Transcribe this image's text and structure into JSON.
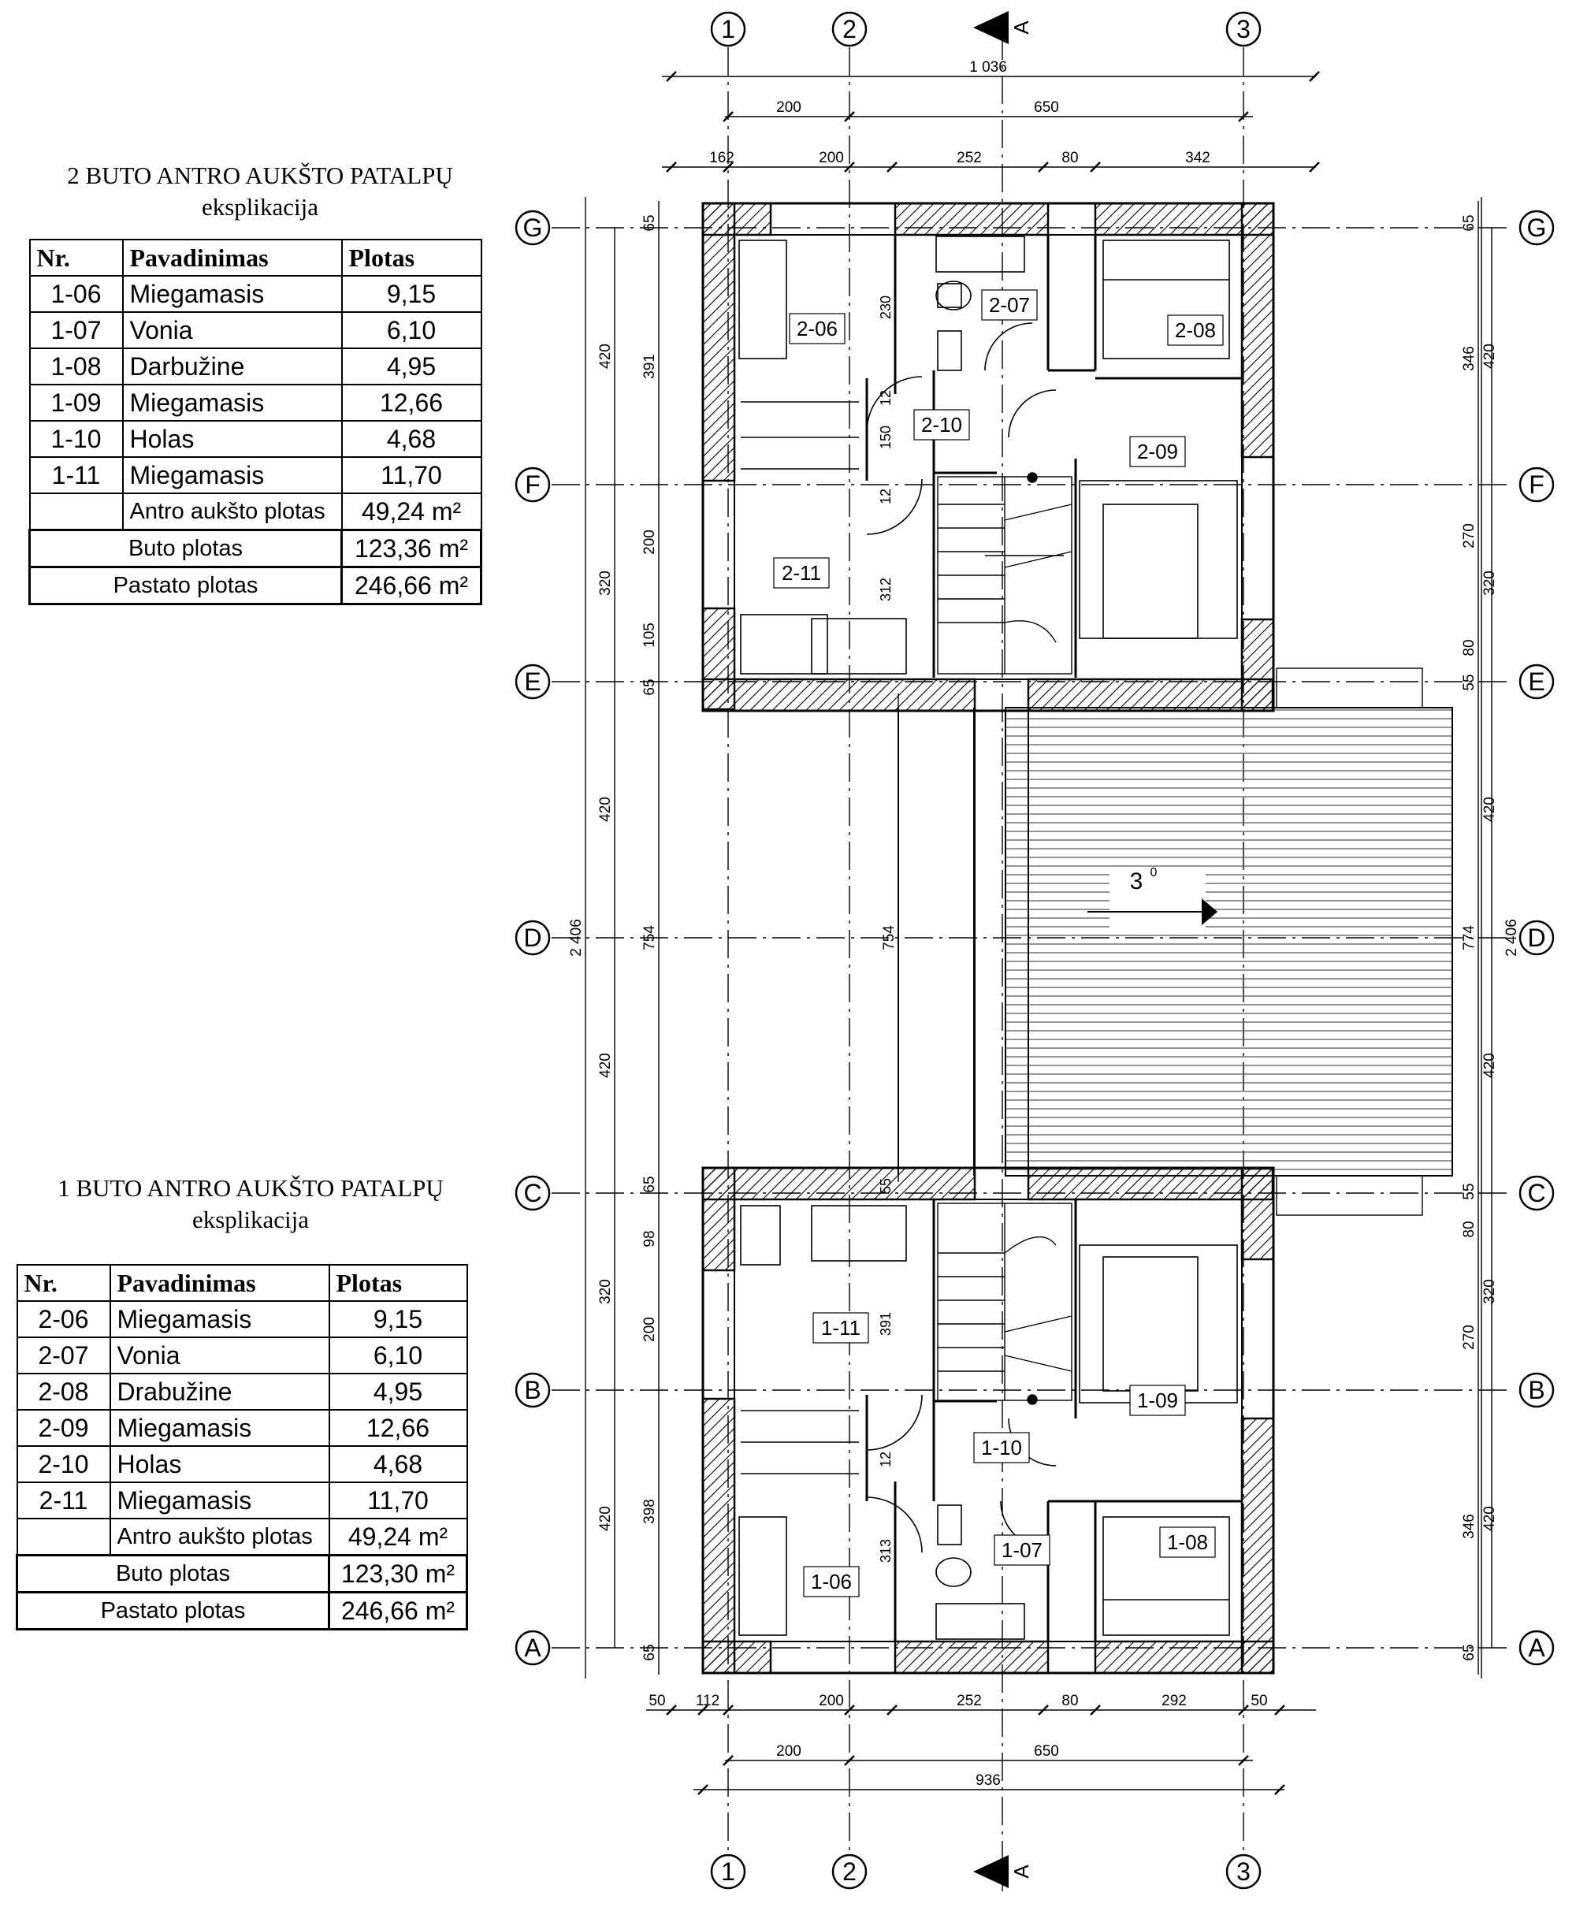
{
  "upper_panel": {
    "title": "2 BUTO ANTRO AUKŠTO  PATALPŲ",
    "subtitle": "eksplikacija",
    "headers": [
      "Nr.",
      "Pavadinimas",
      "Plotas"
    ],
    "rows": [
      {
        "nr": "1-06",
        "name": "Miegamasis",
        "area": "9,15"
      },
      {
        "nr": "1-07",
        "name": "Vonia",
        "area": "6,10"
      },
      {
        "nr": "1-08",
        "name": "Darbužine",
        "area": "4,95"
      },
      {
        "nr": "1-09",
        "name": "Miegamasis",
        "area": "12,66"
      },
      {
        "nr": "1-10",
        "name": "Holas",
        "area": "4,68"
      },
      {
        "nr": "1-11",
        "name": "Miegamasis",
        "area": "11,70"
      }
    ],
    "floor_area_label": "Antro aukšto plotas",
    "floor_area_value": "49,24 m²",
    "apartment_area_label": "Buto  plotas",
    "apartment_area_value": "123,36 m²",
    "building_area_label": "Pastato  plotas",
    "building_area_value": "246,66 m²"
  },
  "lower_panel": {
    "title": "1 BUTO ANTRO AUKŠTO PATALPŲ",
    "subtitle": "eksplikacija",
    "headers": [
      "Nr.",
      "Pavadinimas",
      "Plotas"
    ],
    "rows": [
      {
        "nr": "2-06",
        "name": "Miegamasis",
        "area": "9,15"
      },
      {
        "nr": "2-07",
        "name": "Vonia",
        "area": "6,10"
      },
      {
        "nr": "2-08",
        "name": "Drabužine",
        "area": "4,95"
      },
      {
        "nr": "2-09",
        "name": "Miegamasis",
        "area": "12,66"
      },
      {
        "nr": "2-10",
        "name": "Holas",
        "area": "4,68"
      },
      {
        "nr": "2-11",
        "name": "Miegamasis",
        "area": "11,70"
      }
    ],
    "floor_area_label": "Antro aukšto plotas",
    "floor_area_value": "49,24 m²",
    "apartment_area_label": "Buto  plotas",
    "apartment_area_value": "123,30 m²",
    "building_area_label": "Pastato  plotas",
    "building_area_value": "246,66 m²"
  },
  "plan": {
    "axes_vertical": [
      "1",
      "2",
      "3"
    ],
    "axes_horizontal": [
      "G",
      "F",
      "E",
      "D",
      "C",
      "B",
      "A"
    ],
    "section_mark": "A",
    "top_dims": {
      "overall": "1 036",
      "axis": [
        "200",
        "650"
      ],
      "detail": [
        "162",
        "200",
        "252",
        "80",
        "342"
      ]
    },
    "bottom_dims": {
      "detail": [
        "50",
        "112",
        "200",
        "252",
        "80",
        "292",
        "50"
      ],
      "axis": [
        "200",
        "650"
      ],
      "overall": "936"
    },
    "left_dims": {
      "overall": "2 406",
      "axis": [
        "420",
        "320",
        "420",
        "420",
        "320",
        "420"
      ],
      "detail": [
        "65",
        "391",
        "200",
        "105",
        "65",
        "754",
        "65",
        "98",
        "200",
        "398",
        "65"
      ],
      "inner": [
        "754"
      ]
    },
    "right_dims": {
      "overall": "2 406",
      "axis": [
        "420",
        "320",
        "420",
        "420",
        "320",
        "420"
      ],
      "detail": [
        "65",
        "346",
        "270",
        "80",
        "55",
        "774",
        "55",
        "80",
        "270",
        "346",
        "65"
      ]
    },
    "rooms_upper": [
      "2-06",
      "2-07",
      "2-08",
      "2-10",
      "2-09",
      "2-11"
    ],
    "rooms_lower": [
      "1-11",
      "1-09",
      "1-10",
      "1-07",
      "1-08",
      "1-06"
    ],
    "inner_dims_upper": [
      "230",
      "12",
      "150",
      "12",
      "312"
    ],
    "inner_dims_lower": [
      "391",
      "12",
      "313",
      "55"
    ],
    "roof_slope": "3°",
    "roof_slope_number": "3",
    "roof_slope_degree": "0"
  }
}
